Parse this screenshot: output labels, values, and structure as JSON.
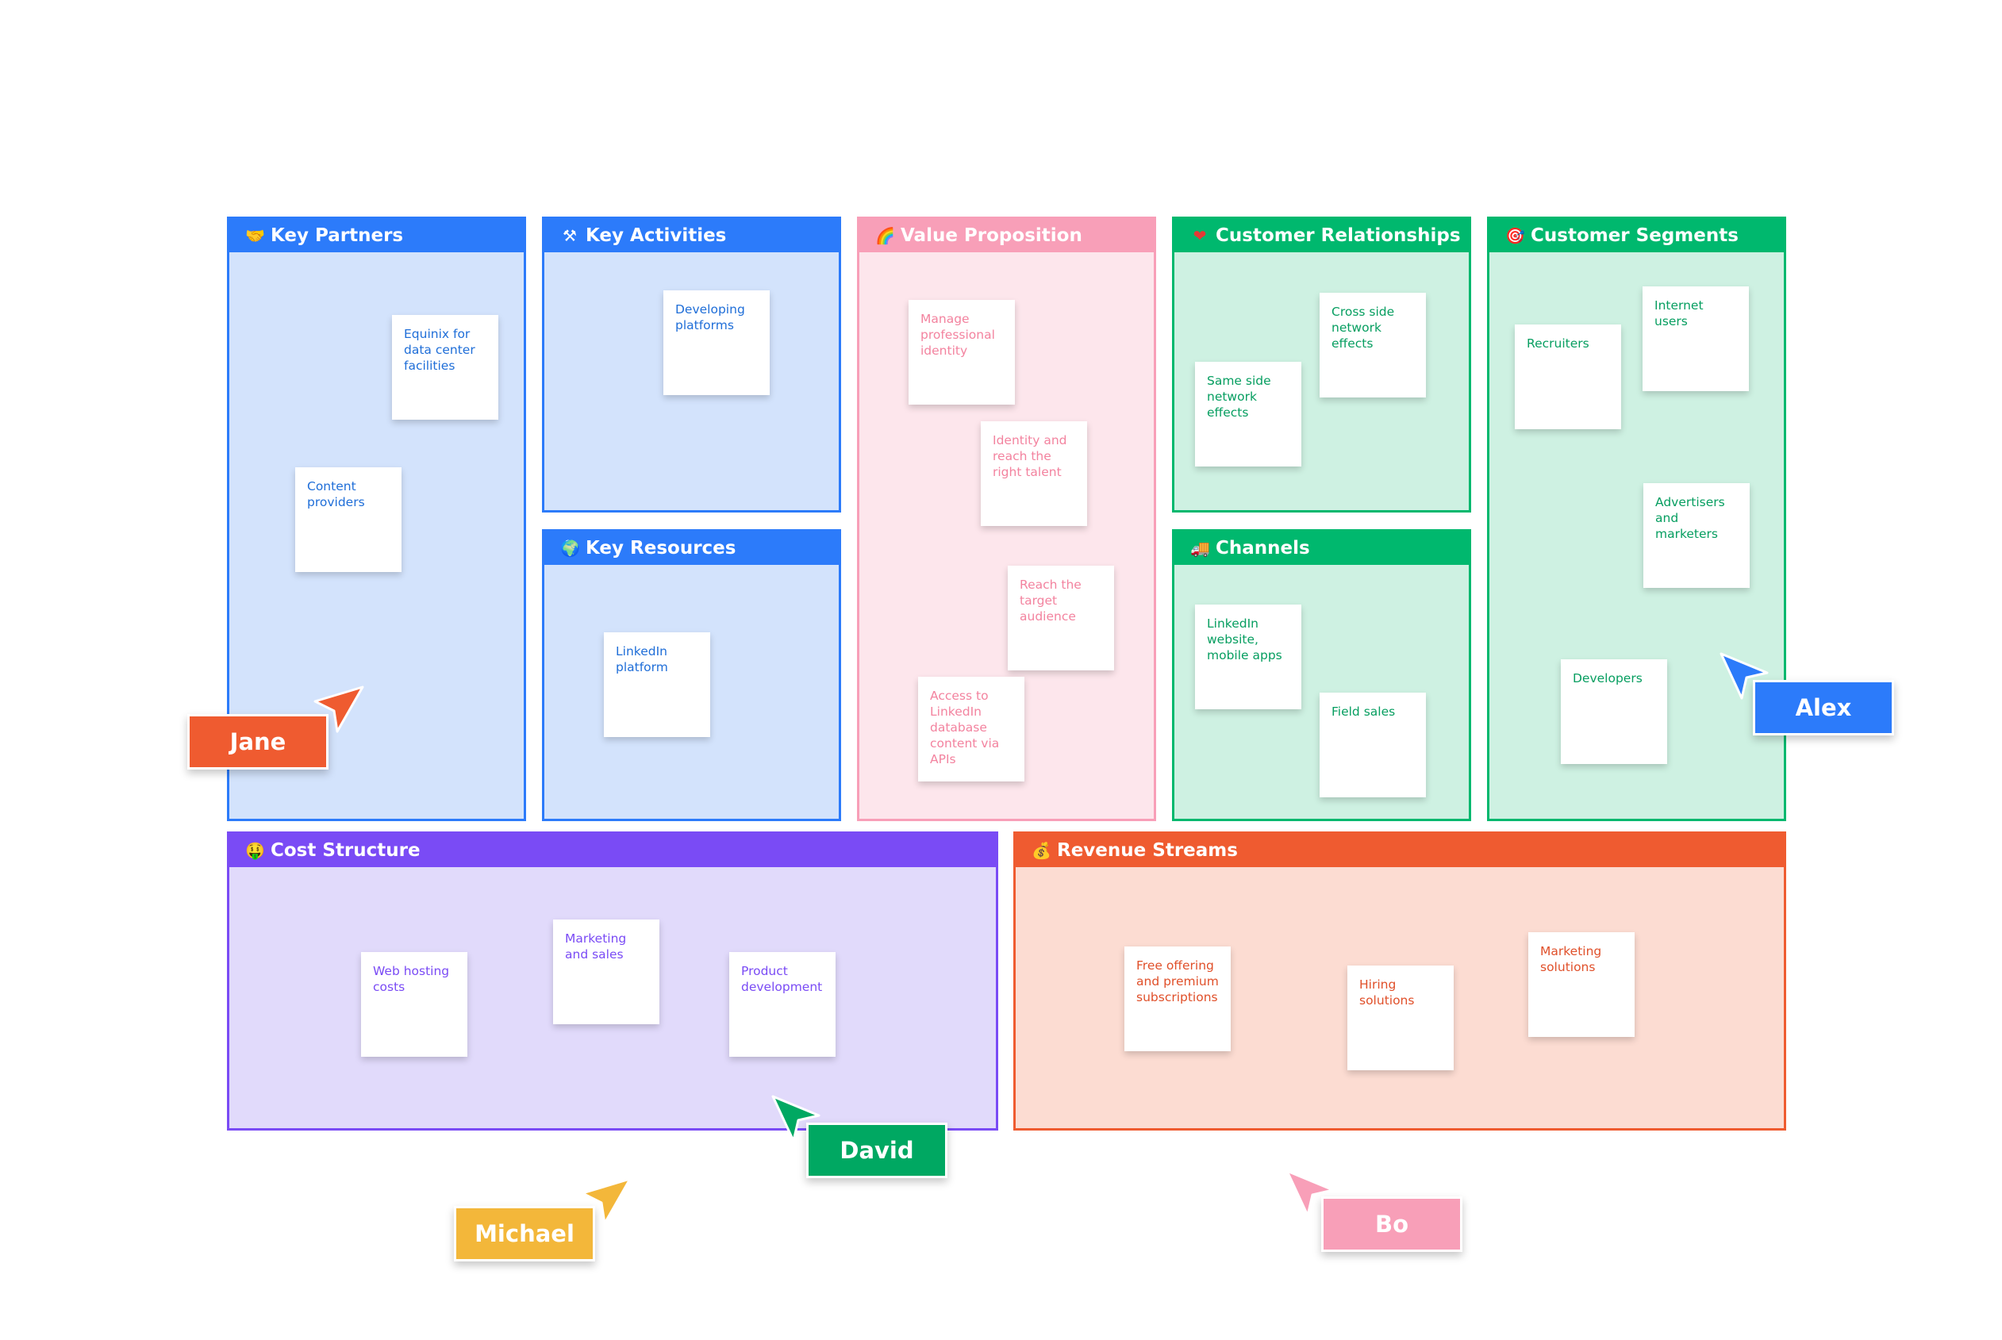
{
  "colors": {
    "blue": "#2c7bfa",
    "blue_fill": "#d3e3fc",
    "pink": "#f89fb8",
    "pink_fill": "#fde6ec",
    "pink_text": "#f3839f",
    "green": "#00b86e",
    "green_fill": "#cef1e2",
    "green_text": "#069e60",
    "purple": "#7a4bf5",
    "purple_fill": "#e1dafb",
    "purple_text": "#7a4bf5",
    "orange": "#ef5b30",
    "orange_fill": "#fcdcd2",
    "orange_text": "#e0502a",
    "blue_text": "#1f6ed8",
    "yellow": "#f3b73a"
  },
  "panels": {
    "key_partners": {
      "title": "Key Partners",
      "icon": "handshake-icon",
      "emoji": "🤝",
      "notes": [
        "Equinix for data center facilities",
        "Content providers"
      ]
    },
    "key_activities": {
      "title": "Key Activities",
      "icon": "hammer-wrench-icon",
      "emoji": "⚒",
      "notes": [
        "Developing platforms"
      ]
    },
    "key_resources": {
      "title": "Key Resources",
      "icon": "globe-icon",
      "emoji": "🌍",
      "notes": [
        "LinkedIn platform"
      ]
    },
    "value_proposition": {
      "title": "Value Proposition",
      "icon": "rainbow-icon",
      "emoji": "🌈",
      "notes": [
        "Manage professional identity",
        "Identity and reach the right talent",
        "Reach the target audience",
        "Access to LinkedIn database content via APIs"
      ]
    },
    "customer_relationships": {
      "title": "Customer Relationships",
      "icon": "heart-icon",
      "emoji": "❤",
      "notes": [
        "Cross side network effects",
        "Same side network effects"
      ]
    },
    "channels": {
      "title": "Channels",
      "icon": "truck-icon",
      "emoji": "🚚",
      "notes": [
        "LinkedIn website, mobile apps",
        "Field sales"
      ]
    },
    "customer_segments": {
      "title": "Customer Segments",
      "icon": "target-icon",
      "emoji": "🎯",
      "notes": [
        "Internet users",
        "Recruiters",
        "Advertisers and marketers",
        "Developers"
      ]
    },
    "cost_structure": {
      "title": "Cost Structure",
      "icon": "money-face-icon",
      "emoji": "🤑",
      "notes": [
        "Marketing and sales",
        "Web hosting costs",
        "Product development"
      ]
    },
    "revenue_streams": {
      "title": "Revenue Streams",
      "icon": "money-bag-icon",
      "emoji": "💰",
      "notes": [
        "Free offering and premium subscriptions",
        "Hiring solutions",
        "Marketing solutions"
      ]
    }
  },
  "collaborators": [
    "Jane",
    "Alex",
    "David",
    "Michael",
    "Bo"
  ]
}
